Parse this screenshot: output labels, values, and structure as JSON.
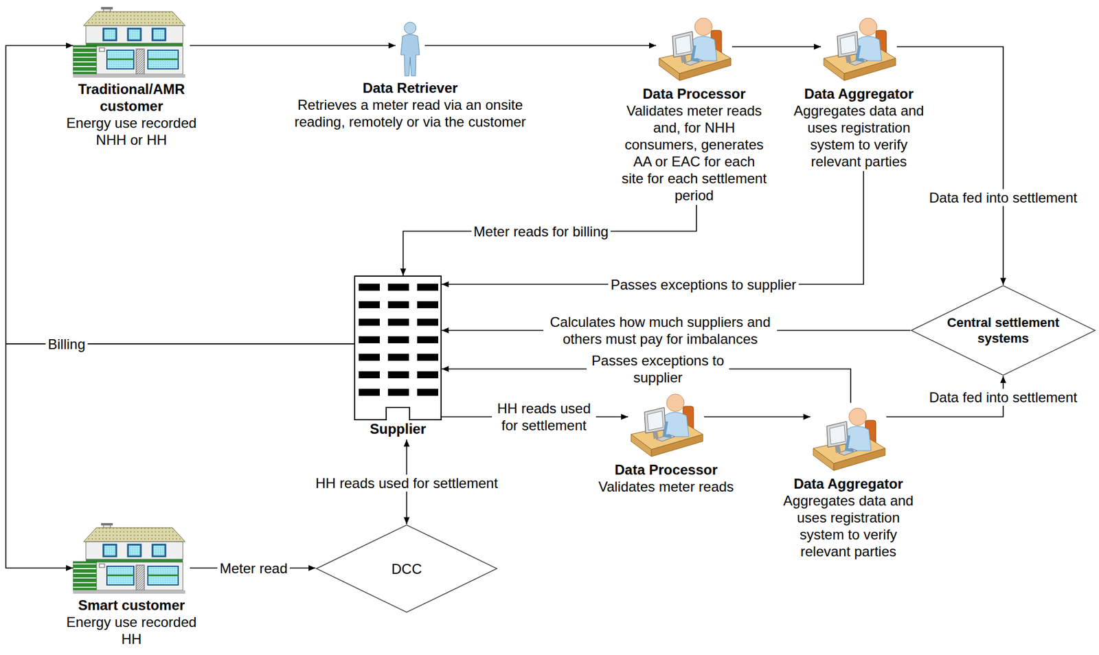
{
  "diagram": {
    "nodes": [
      {
        "text": [
          "Traditional/AMR customer",
          "Energy use recorded NHH or HH"
        ]
      },
      {
        "text": [
          "Data Retriever",
          "Retrieves a meter read via an onsite reading, remotely or via the customer"
        ]
      },
      {
        "text": [
          "Data Processor",
          "Validates meter reads and, for NHH consumers, generates AA or EAC for each site for each settlement period"
        ]
      },
      {
        "text": [
          "Data Aggregator",
          "Aggregates data and uses registration system to verify relevant parties"
        ]
      },
      {
        "text": [
          "Supplier"
        ]
      },
      {
        "text": [
          "Central settlement systems"
        ]
      },
      {
        "text": [
          "Data Processor",
          "Validates meter reads"
        ]
      },
      {
        "text": [
          "Data Aggregator",
          "Aggregates data and uses registration system to verify relevant parties"
        ]
      },
      {
        "text": [
          "DCC"
        ]
      },
      {
        "text": [
          "Smart customer",
          "Energy use recorded HH"
        ]
      }
    ],
    "edges": [
      {
        "from": 0,
        "to": 1,
        "arrow": "to"
      },
      {
        "from": 1,
        "to": 2,
        "arrow": "to"
      },
      {
        "from": 2,
        "to": 3,
        "arrow": "to"
      },
      {
        "from": 3,
        "to": 5,
        "label": "Data fed into settlement",
        "arrow": "to"
      },
      {
        "from": 2,
        "to": 4,
        "label": "Meter reads for billing",
        "arrow": "to"
      },
      {
        "from": 3,
        "to": 4,
        "label": "Passes exceptions to supplier",
        "arrow": "to"
      },
      {
        "from": 5,
        "to": 4,
        "label": "Calculates how much suppliers and others must pay for imbalances",
        "arrow": "to"
      },
      {
        "from": 7,
        "to": 4,
        "label": "Passes exceptions to supplier",
        "arrow": "to"
      },
      {
        "from": 4,
        "to": 6,
        "label": "HH reads used for settlement",
        "arrow": "to"
      },
      {
        "from": 6,
        "to": 7,
        "arrow": "to"
      },
      {
        "from": 7,
        "to": 5,
        "label": "Data fed into settlement",
        "arrow": "to"
      },
      {
        "from": 4,
        "to": 8,
        "label": "HH reads used for settlement",
        "arrow": "both"
      },
      {
        "from": 9,
        "to": 8,
        "label": "Meter read",
        "arrow": "to"
      },
      {
        "from": 4,
        "to": 0,
        "label": "Billing",
        "arrow": "to"
      },
      {
        "from": 4,
        "to": 9,
        "arrow": "to"
      }
    ]
  }
}
